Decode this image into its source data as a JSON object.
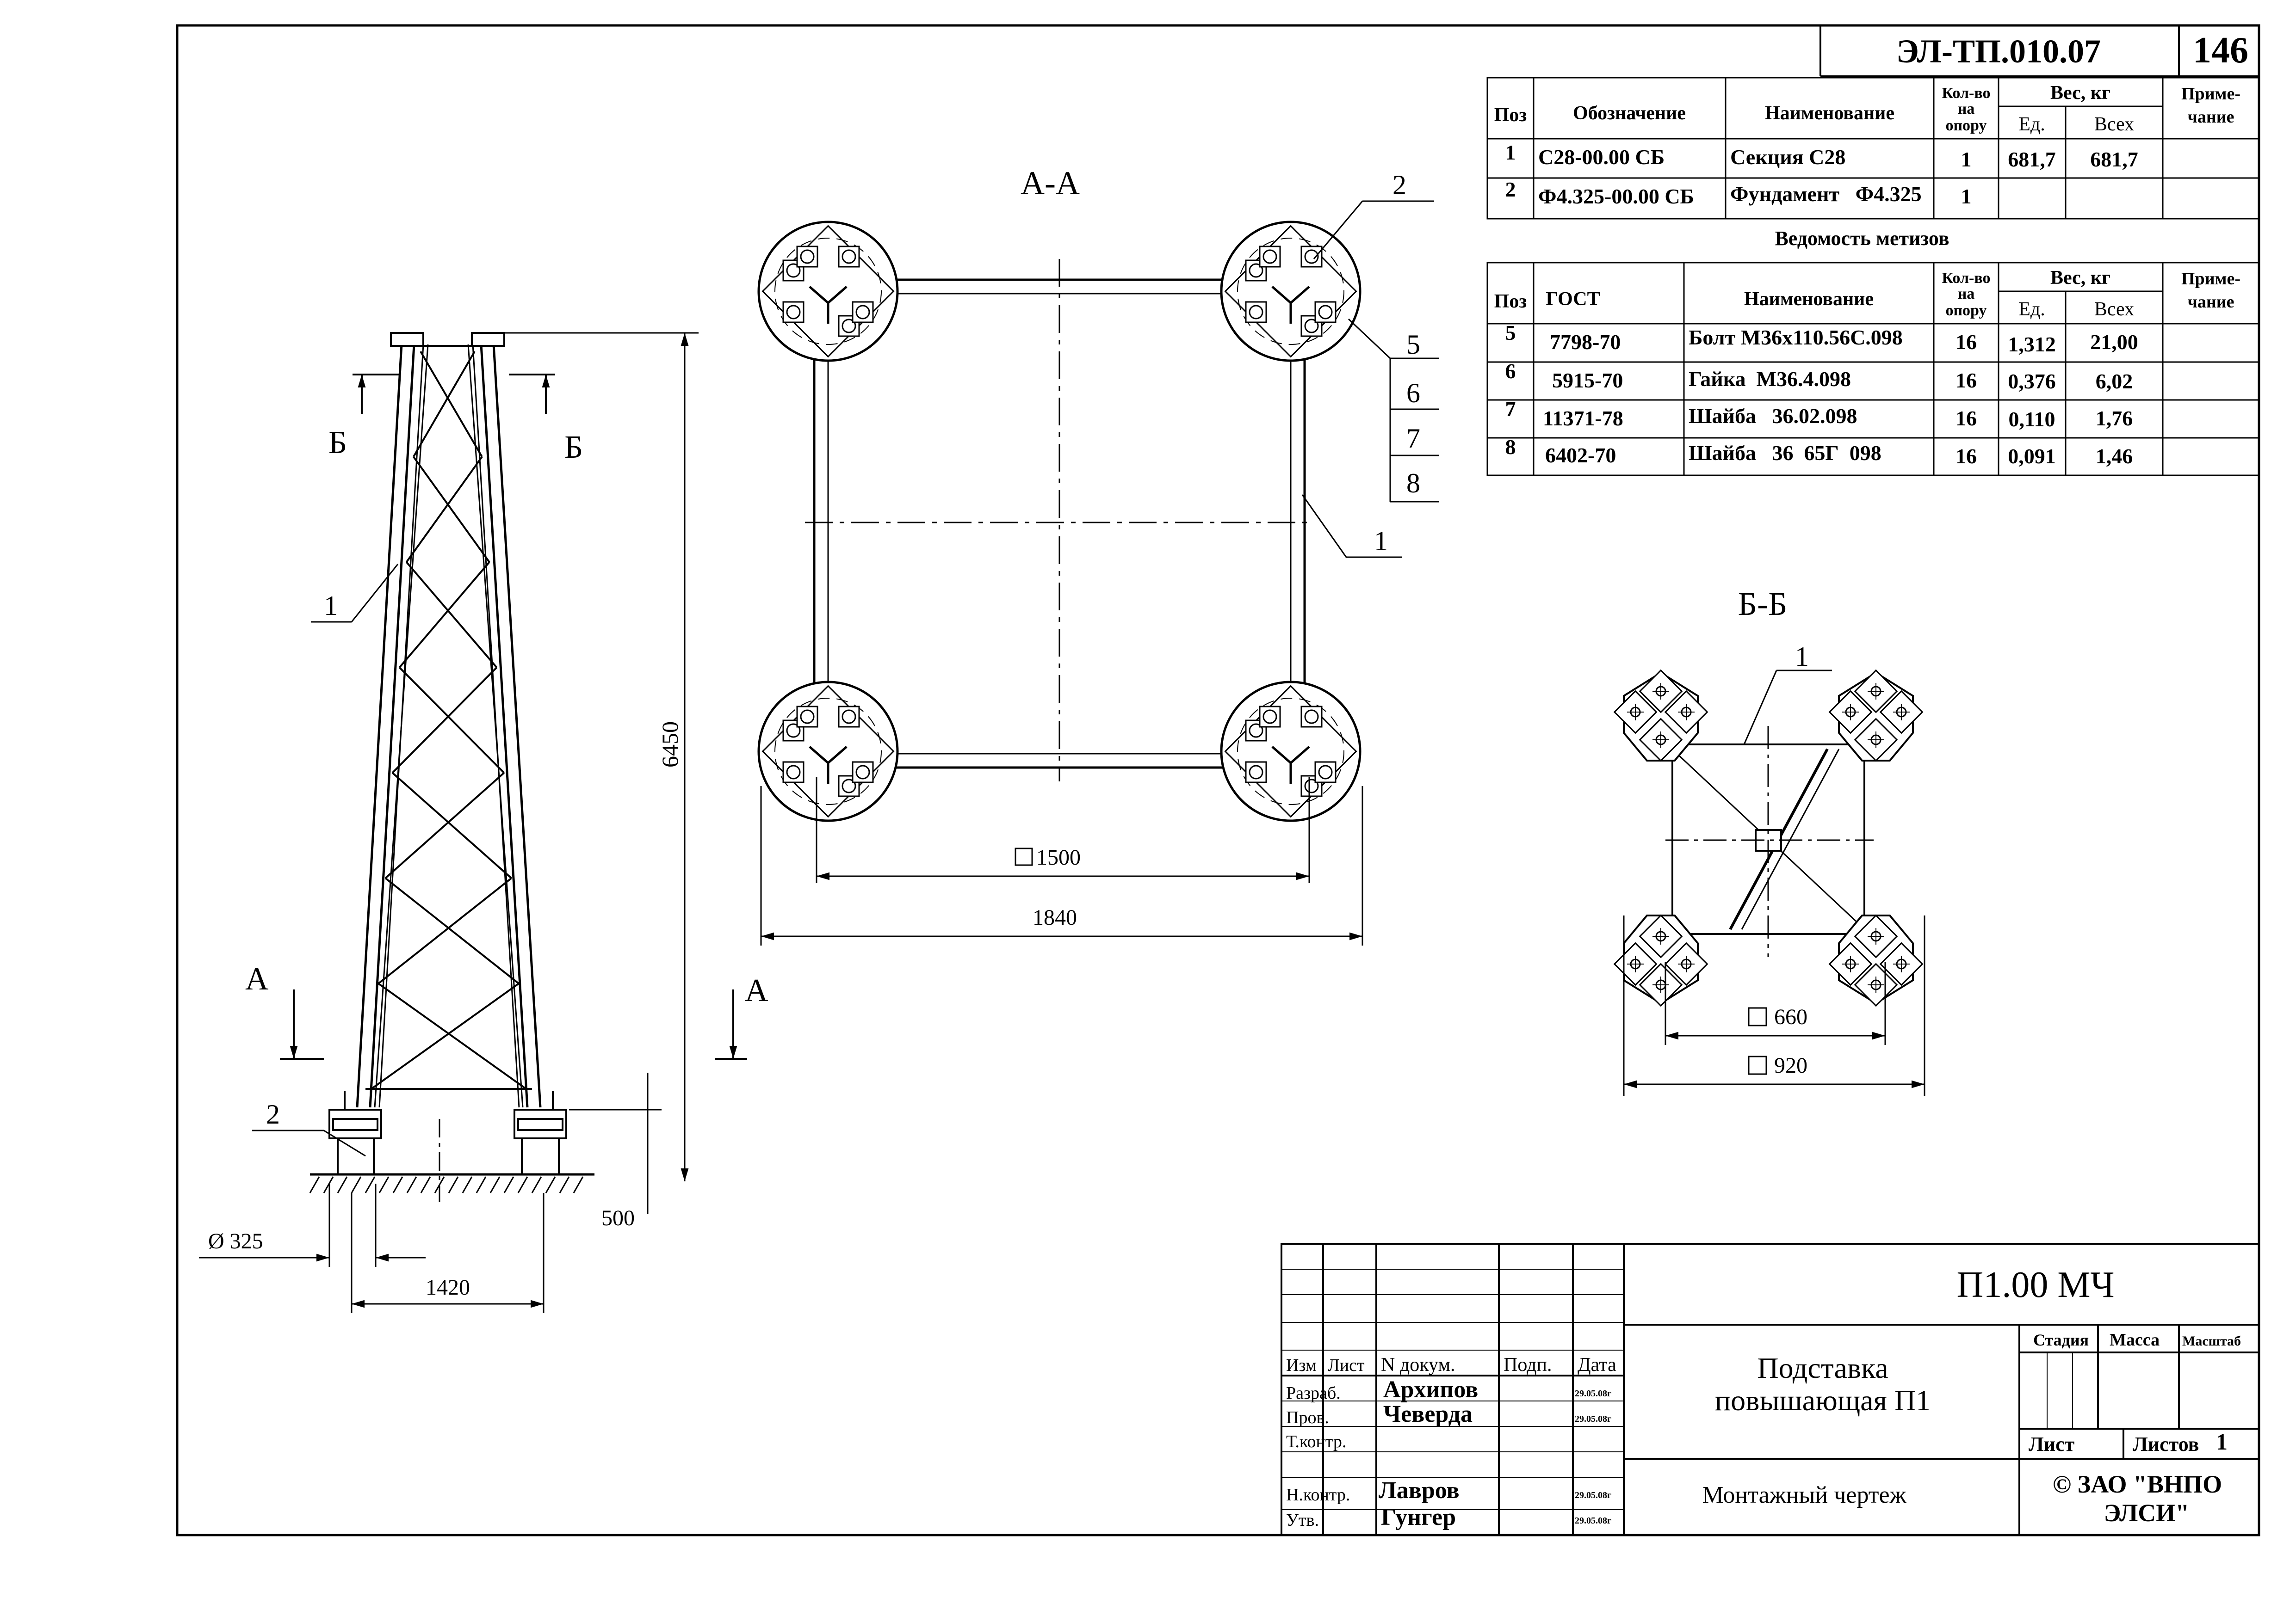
{
  "doc_code": "ЭЛ-ТП.010.07",
  "page_number": "146",
  "spec_table": {
    "headers": {
      "pos": "Поз",
      "designation": "Обозначение",
      "name": "Наименование",
      "qty": [
        "Кол-во",
        "на",
        "опору"
      ],
      "weight": "Вес, кг",
      "unit": "Ед.",
      "total": "Всех",
      "note": [
        "Приме-",
        "чание"
      ]
    },
    "rows": [
      {
        "pos": "1",
        "designation": "С28-00.00 СБ",
        "name": "Секция С28",
        "qty": "1",
        "unit": "681,7",
        "total": "681,7",
        "note": ""
      },
      {
        "pos": "2",
        "designation": "Ф4.325-00.00 СБ",
        "name": "Фундамент   Ф4.325",
        "qty": "1",
        "unit": "",
        "total": "",
        "note": ""
      }
    ]
  },
  "fastener_table": {
    "title": "Ведомость метизов",
    "headers": {
      "pos": "Поз",
      "gost": "ГОСТ",
      "name": "Наименование",
      "qty": [
        "Кол-во",
        "на",
        "опору"
      ],
      "weight": "Вес, кг",
      "unit": "Ед.",
      "total": "Всех",
      "note": [
        "Приме-",
        "чание"
      ]
    },
    "rows": [
      {
        "pos": "5",
        "gost": "7798-70",
        "name": "Болт М36х110.56С.098",
        "qty": "16",
        "unit": "1,312",
        "total": "21,00"
      },
      {
        "pos": "6",
        "gost": "5915-70",
        "name": "Гайка  М36.4.098",
        "qty": "16",
        "unit": "0,376",
        "total": "6,02"
      },
      {
        "pos": "7",
        "gost": "11371-78",
        "name": "Шайба   36.02.098",
        "qty": "16",
        "unit": "0,110",
        "total": "1,76"
      },
      {
        "pos": "8",
        "gost": "6402-70",
        "name": "Шайба   36  65Г  098",
        "qty": "16",
        "unit": "0,091",
        "total": "1,46"
      }
    ]
  },
  "views": {
    "front": {
      "section_marks": [
        "Б",
        "Б",
        "А",
        "А"
      ],
      "callouts": [
        "1",
        "2"
      ],
      "dims": {
        "height": "6450",
        "foundation": "500",
        "pile_diameter": "Ø 325",
        "base_width": "1420"
      }
    },
    "section_aa": {
      "title": "А-А",
      "callouts": [
        "2",
        "5",
        "6",
        "7",
        "8",
        "1"
      ],
      "dims": {
        "inner": "1500",
        "outer": "1840"
      }
    },
    "section_bb": {
      "title": "Б-Б",
      "callouts": [
        "1"
      ],
      "dims": {
        "inner": "660",
        "outer": "920"
      }
    }
  },
  "title_block": {
    "designation": "П1.00 МЧ",
    "col_headers": [
      "Изм",
      "Лист",
      "N докум.",
      "Подп.",
      "Дата"
    ],
    "roles": [
      "Разраб.",
      "Пров.",
      "Т.контр.",
      "",
      "Н.контр.",
      "Утв."
    ],
    "names": [
      "Архипов",
      "Чеверда",
      "",
      "",
      "Лавров",
      "Гунгер"
    ],
    "dates": [
      "29.05.08г",
      "29.05.08г",
      "",
      "",
      "29.05.08г",
      "29.05.08г"
    ],
    "title": [
      "Подставка",
      "повышающая П1"
    ],
    "doc_type": "Монтажный чертеж",
    "stage_label": "Стадия",
    "mass_label": "Масса",
    "scale_label": "Масштаб",
    "sheet_label": "Лист",
    "sheets_label": "Листов",
    "sheets_value": "1",
    "company": [
      "© ЗАО \"ВНПО",
      "ЭЛСИ\""
    ]
  }
}
